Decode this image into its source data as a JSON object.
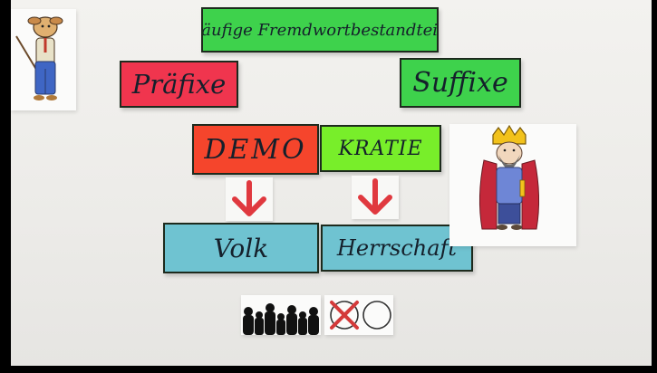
{
  "board": {
    "title": "Häufige Fremdwortbestandteile",
    "prefix_label": "Präfixe",
    "suffix_label": "Suffixe",
    "prefix_word": "DEMO",
    "suffix_word": "KRATIE",
    "prefix_meaning": "Volk",
    "suffix_meaning": "Herrschaft"
  },
  "colors": {
    "title": "#3ed24c",
    "prefixe": "#f0354e",
    "suffixe": "#3ed24c",
    "demo": "#f5452c",
    "kratie": "#78ee2a",
    "meaning": "#6fc3d1",
    "arrow": "#e0393f"
  },
  "icons": {
    "arrows": "arrow-down-icon",
    "dog": "dog-teacher-icon",
    "king": "king-icon",
    "crowd": "crowd-silhouette-icon",
    "vote": "ballot-cross-icon"
  }
}
